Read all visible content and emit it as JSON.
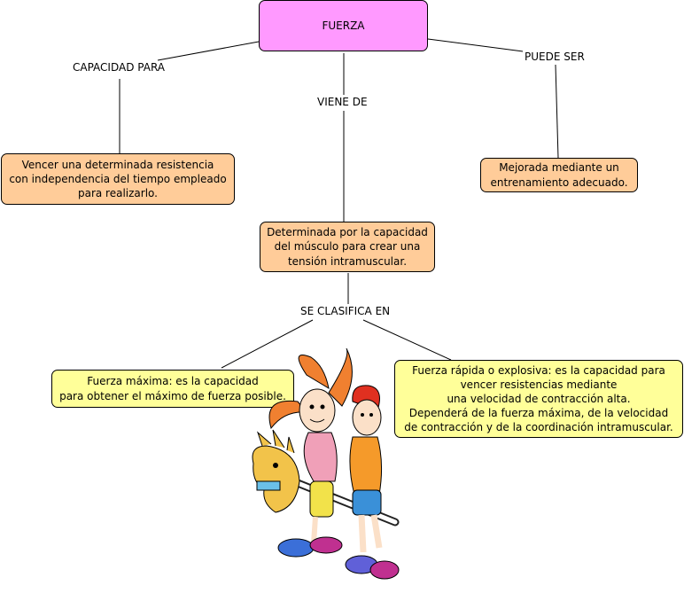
{
  "map": {
    "root": "FUERZA",
    "nodes": {
      "capacidad": "Vencer una determinada resistencia\ncon independencia del tiempo empleado\npara realizarlo.",
      "viene_de": "Determinada por la capacidad\ndel músculo para crear una\ntensión intramuscular.",
      "puede_ser": "Mejorada mediante un\nentrenamiento adecuado.",
      "fuerza_maxima": "Fuerza máxima: es la capacidad\npara obtener el máximo de fuerza posible.",
      "fuerza_rapida": "Fuerza rápida o explosiva: es la capacidad para\nvencer resistencias mediante\nuna velocidad de contracción alta.\nDependerá de la fuerza máxima, de la velocidad\nde contracción y de la coordinación intramuscular."
    },
    "links": {
      "capacidad_para": "CAPACIDAD PARA",
      "viene_de": "VIENE DE",
      "puede_ser": "PUEDE SER",
      "se_clasifica_en": "SE CLASIFICA EN"
    }
  },
  "colors": {
    "root": "#ff99ff",
    "orange": "#ffcc99",
    "yellow": "#ffff99",
    "line": "#000000"
  },
  "illustration": {
    "subject": "cartoon kids riding a hobby horse",
    "icon": "kids-hobby-horse-icon"
  }
}
